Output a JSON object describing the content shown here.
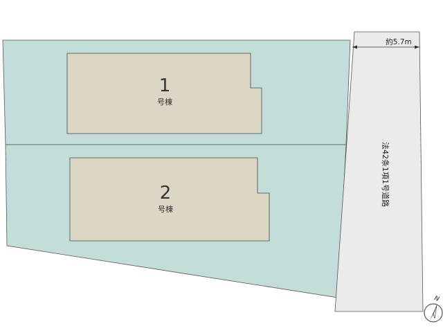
{
  "colors": {
    "lot": "#c3ded8",
    "building": "#dcd7c5",
    "road": "#ebebeb",
    "line": "#555555"
  },
  "buildings": [
    {
      "number": "1",
      "label": "号棟"
    },
    {
      "number": "2",
      "label": "号棟"
    }
  ],
  "road": {
    "width_label": "約5.7m",
    "name": "法42条1項1号道路"
  },
  "compass": {
    "label": "N"
  }
}
